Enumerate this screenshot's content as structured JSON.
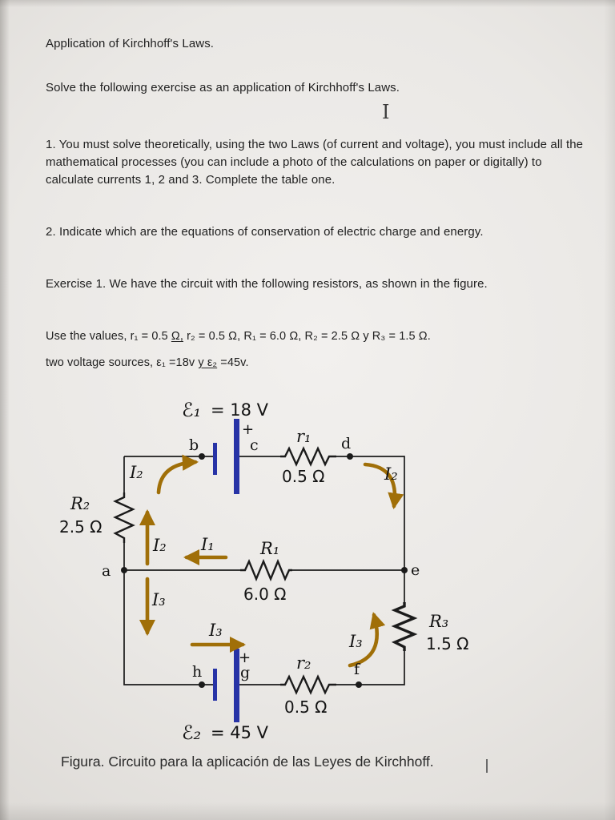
{
  "doc": {
    "title": "Application of Kirchhoff's Laws.",
    "intro": "Solve the following exercise as an application of Kirchhoff's Laws.",
    "item1": "1. You must solve theoretically, using the two Laws (of current and voltage), you must include all the mathematical processes (you can include a photo of the calculations on paper or digitally) to calculate currents 1, 2 and 3. Complete the table one.",
    "item2": "2. Indicate which are the equations of conservation of electric charge and energy.",
    "exercise_line": "Exercise 1. We have the circuit with the following resistors, as shown in the figure.",
    "values": {
      "part1": "Use the values, r₁ = 0.5 ",
      "part2_underlined": "Ω,",
      "part3": " r₂ = 0.5 Ω,  R₁ = 6.0 Ω,  R₂ = 2.5 Ω y R₃ = 1.5 Ω."
    },
    "sources": {
      "part1": "two voltage sources, ε₁ =18v ",
      "part2_underlined": "y  ε₂",
      "part3": " =45v."
    },
    "caption": "Figura. Circuito para la aplicación de las Leyes de Kirchhoff."
  },
  "figure": {
    "emf1": {
      "symbol": "ℰ₁",
      "value": "= 18 V",
      "plus": "+"
    },
    "emf2": {
      "symbol": "ℰ₂",
      "value": "= 45 V",
      "plus": "+"
    },
    "resistors": {
      "r1": {
        "name": "r₁",
        "value": "0.5 Ω"
      },
      "r2": {
        "name": "r₂",
        "value": "0.5 Ω"
      },
      "R1": {
        "name": "R₁",
        "value": "6.0 Ω"
      },
      "R2": {
        "name": "R₂",
        "value": "2.5 Ω"
      },
      "R3": {
        "name": "R₃",
        "value": "1.5 Ω"
      }
    },
    "currents": {
      "I1": "I₁",
      "I2": "I₂",
      "I3": "I₃"
    },
    "nodes": {
      "a": "a",
      "b": "b",
      "c": "c",
      "d": "d",
      "e": "e",
      "f": "f",
      "g": "g",
      "h": "h"
    },
    "colors": {
      "wire": "#1b1b1b",
      "battery": "#2733a6",
      "arrow": "#a06f08"
    }
  }
}
